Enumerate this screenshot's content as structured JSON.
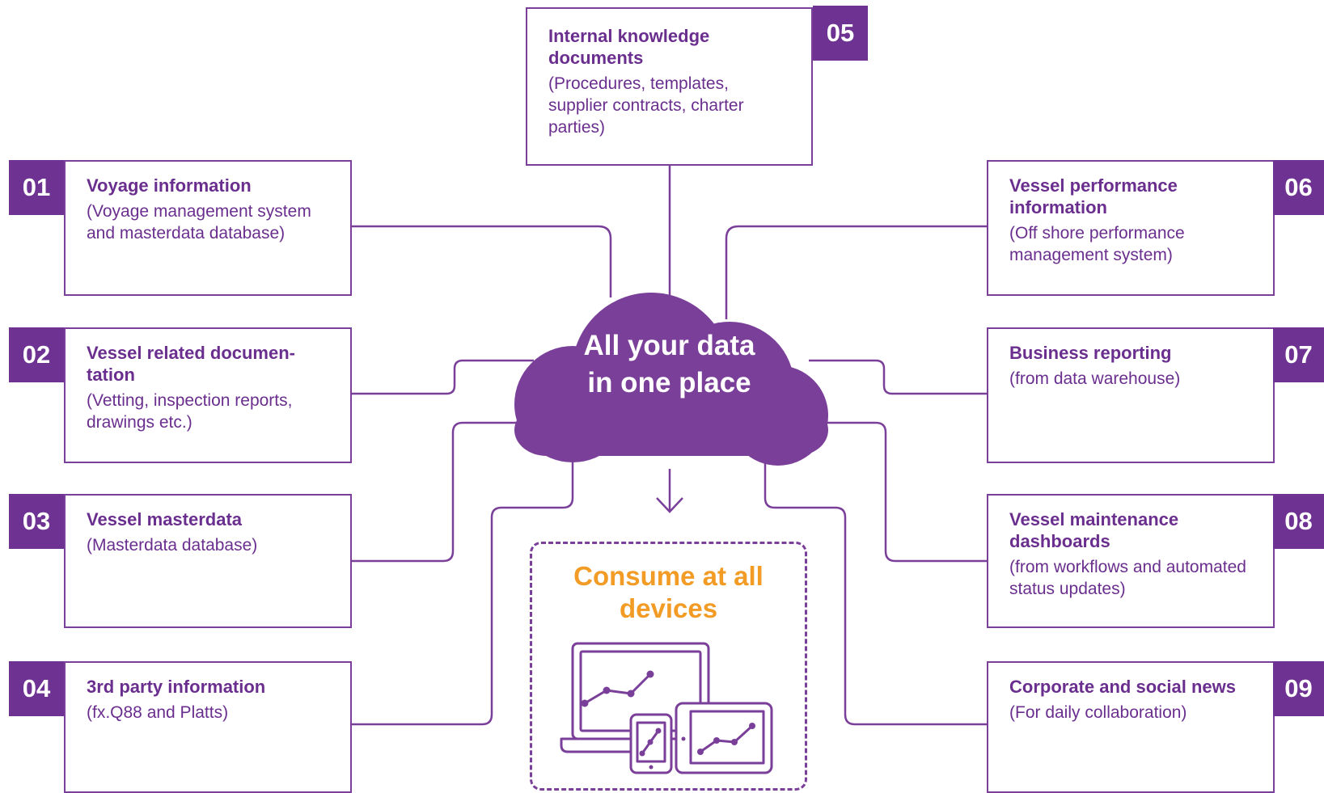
{
  "center": {
    "title": "All your data in one place"
  },
  "consume": {
    "title": "Consume at all devices"
  },
  "sources": [
    {
      "num": "01",
      "title": "Voyage information",
      "desc": "(Voyage management system and masterdata database)"
    },
    {
      "num": "02",
      "title": "Vessel  related documen-tation",
      "desc": "(Vetting, inspection reports, drawings etc.)"
    },
    {
      "num": "03",
      "title": "Vessel masterdata",
      "desc": "(Masterdata database)"
    },
    {
      "num": "04",
      "title": "3rd party information",
      "desc": "(fx.Q88 and Platts)"
    },
    {
      "num": "05",
      "title": "Internal knowledge documents",
      "desc": "(Procedures, templates, supplier contracts, charter parties)"
    },
    {
      "num": "06",
      "title": "Vessel performance information",
      "desc": "(Off shore performance management system)"
    },
    {
      "num": "07",
      "title": "Business reporting",
      "desc": "(from data warehouse)"
    },
    {
      "num": "08",
      "title": "Vessel maintenance dashboards",
      "desc": "(from workflows and automated status updates)"
    },
    {
      "num": "09",
      "title": "Corporate and social news",
      "desc": "(For daily collaboration)"
    }
  ],
  "colors": {
    "primary": "#6e3392",
    "accent": "#f29b25",
    "line": "#7a3f99"
  },
  "icons": [
    "cloud-icon",
    "arrow-down-icon",
    "laptop-icon",
    "phone-icon",
    "tablet-icon"
  ]
}
